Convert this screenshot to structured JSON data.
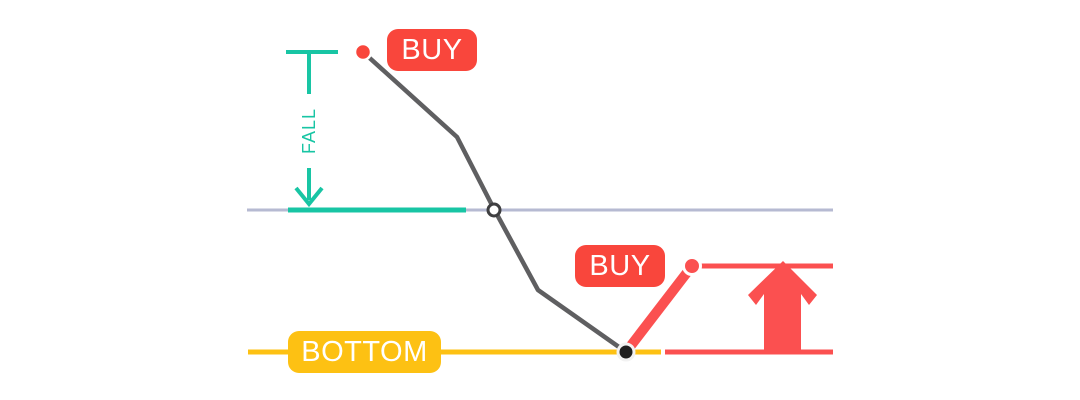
{
  "annotations": {
    "buy_top_label": "BUY",
    "buy_rebound_label": "BUY",
    "bottom_label": "BOTTOM",
    "fall_label": "FALL"
  },
  "colors": {
    "background": "#FFFFFF",
    "teal": "#18C5A4",
    "yellow": "#FDC113",
    "badge_red": "#F9463C",
    "line_red": "#FB5050",
    "path_gray": "#5F5F61",
    "mid_line_gray": "#B6BAD2",
    "text_white": "#FFFFFF",
    "dot_dark_fill": "#1F1F1F",
    "dot_dark_ring": "#F2F2F2",
    "dot_white_fill": "#FFFFFF",
    "dot_white_ring": "#3F3F41",
    "dot_ring_white": "#FFFFFF"
  }
}
